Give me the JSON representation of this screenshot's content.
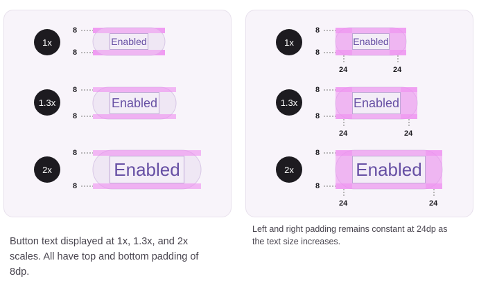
{
  "left_panel": {
    "rows": [
      {
        "scale": "1x",
        "button_label": "Enabled",
        "top_padding": "8",
        "bottom_padding": "8"
      },
      {
        "scale": "1.3x",
        "button_label": "Enabled",
        "top_padding": "8",
        "bottom_padding": "8"
      },
      {
        "scale": "2x",
        "button_label": "Enabled",
        "top_padding": "8",
        "bottom_padding": "8"
      }
    ],
    "caption": "Button text displayed at 1x, 1.3x, and 2x scales. All have top and bottom padding of 8dp."
  },
  "right_panel": {
    "rows": [
      {
        "scale": "1x",
        "button_label": "Enabled",
        "top_padding": "8",
        "bottom_padding": "8",
        "left_padding": "24",
        "right_padding": "24"
      },
      {
        "scale": "1.3x",
        "button_label": "Enabled",
        "top_padding": "8",
        "bottom_padding": "8",
        "left_padding": "24",
        "right_padding": "24"
      },
      {
        "scale": "2x",
        "button_label": "Enabled",
        "top_padding": "8",
        "bottom_padding": "8",
        "left_padding": "24",
        "right_padding": "24"
      }
    ],
    "caption": "Left and right padding remains constant at 24dp as the text size increases."
  },
  "colors": {
    "padding_highlight": "#ee8ef0",
    "button_fill": "#efe7f4",
    "button_text": "#6750a4",
    "badge": "#1d1b20",
    "panel": "#f8f4fa"
  }
}
